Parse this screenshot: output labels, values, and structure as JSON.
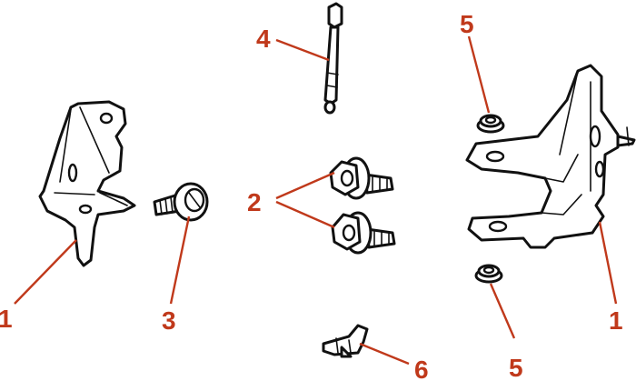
{
  "callouts": {
    "bracket_left": "1",
    "bracket_right": "1",
    "bolts": "2",
    "screw": "3",
    "pin": "4",
    "nut_top": "5",
    "nut_bottom": "5",
    "clip": "6"
  },
  "colors": {
    "callout": "#c0391b",
    "line_art": "#111111",
    "background": "#ffffff"
  }
}
